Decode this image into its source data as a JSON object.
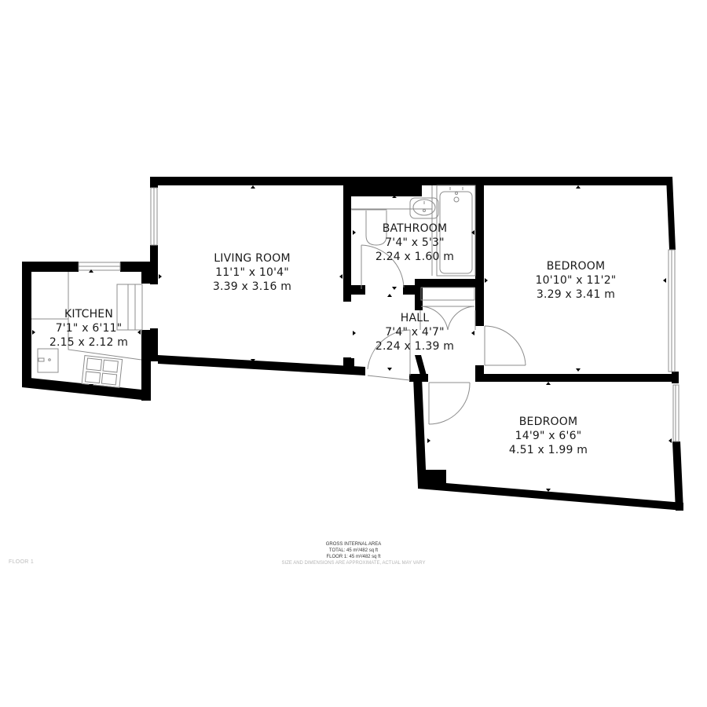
{
  "floor_label": "FLOOR 1",
  "rooms": {
    "kitchen": {
      "name": "KITCHEN",
      "imperial": "7'1\" x 6'11\"",
      "metric": "2.15 x 2.12 m"
    },
    "living_room": {
      "name": "LIVING ROOM",
      "imperial": "11'1\" x 10'4\"",
      "metric": "3.39 x 3.16 m"
    },
    "bathroom": {
      "name": "BATHROOM",
      "imperial": "7'4\" x 5'3\"",
      "metric": "2.24 x 1.60 m"
    },
    "hall": {
      "name": "HALL",
      "imperial": "7'4\" x 4'7\"",
      "metric": "2.24 x 1.39 m"
    },
    "bedroom_1": {
      "name": "BEDROOM",
      "imperial": "10'10\" x 11'2\"",
      "metric": "3.29 x 3.41 m"
    },
    "bedroom_2": {
      "name": "BEDROOM",
      "imperial": "14'9\" x 6'6\"",
      "metric": "4.51 x 1.99 m"
    }
  },
  "area_summary": {
    "title": "GROSS INTERNAL AREA",
    "total": "TOTAL: 45 m²/482 sq ft",
    "floor_1": "FLOOR 1: 45 m²/482 sq ft",
    "disclaimer": "SIZE AND DIMENSIONS ARE APPROXIMATE, ACTUAL MAY VARY"
  },
  "colors": {
    "wall": "#000000",
    "fixture_line": "#8c8c8c",
    "background": "#ffffff"
  }
}
